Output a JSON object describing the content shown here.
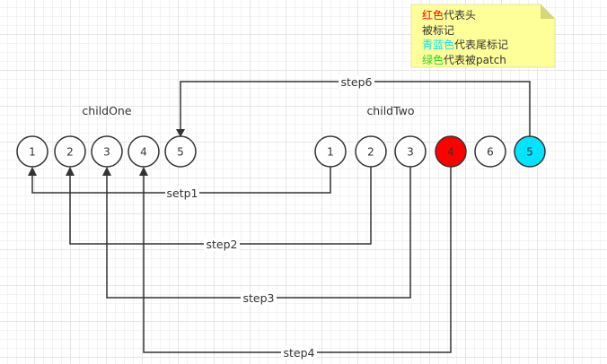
{
  "labels": {
    "child_one": "childOne",
    "child_two": "childTwo"
  },
  "child_one_nodes": [
    "1",
    "2",
    "3",
    "4",
    "5"
  ],
  "child_two_nodes": [
    "1",
    "2",
    "3",
    "4",
    "6",
    "5"
  ],
  "steps": [
    "setp1",
    "step2",
    "step3",
    "step4",
    "step6"
  ],
  "legend": {
    "red": {
      "colored": "红色",
      "rest": "代表头"
    },
    "line2": "被标记",
    "cyan": {
      "colored": "青蓝色",
      "rest": "代表尾标记"
    },
    "green": {
      "colored": "绿色",
      "rest": "代表被patch"
    }
  },
  "colors": {
    "head_marked": "#ff0000",
    "tail_marked": "#00e5ff",
    "patched": "#2bd52b",
    "note_bg": "#ffff99"
  }
}
